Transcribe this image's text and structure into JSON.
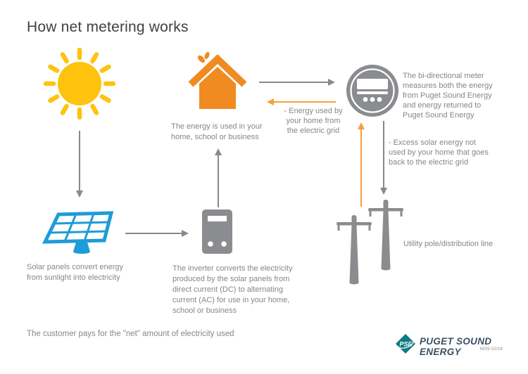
{
  "title": "How net metering works",
  "labels": {
    "house_caption": [
      "The energy is used in your",
      "home, school or business"
    ],
    "meter_caption": [
      "The bi-directional meter",
      "measures both the energy",
      "from Puget Sound Energy",
      "and energy returned to",
      "Puget Sound Energy"
    ],
    "energy_used": [
      "- Energy used by",
      "your home from",
      "the electric grid"
    ],
    "excess_energy": [
      "- Excess solar energy not",
      "used by your home that goes",
      "back to the electric grid"
    ],
    "solar_caption": [
      "Solar panels convert energy",
      "from sunlight into electricity"
    ],
    "inverter_caption": [
      "The inverter converts the electricity",
      "produced by the solar panels from",
      "direct current (DC) to alternating",
      "current (AC) for use in your home,",
      "school or business"
    ],
    "pole_caption": "Utility pole/distribution line",
    "footer": "The customer pays for the \"net\" amount of electricity used"
  },
  "logo": {
    "monogram": "PSE",
    "name": "PUGET SOUND ENERGY",
    "doc_number": "6939 02/18"
  },
  "icons": [
    "sun-icon",
    "house-leaf-icon",
    "bidirectional-meter-icon",
    "solar-panel-icon",
    "inverter-icon",
    "utility-poles-icon"
  ],
  "colors": {
    "orange": "#f08b21",
    "orange_arrow": "#f5a03c",
    "yellow": "#ffc20e",
    "blue": "#1e9cd7",
    "icon_gray": "#8a8c8f",
    "arrow_gray": "#87898c",
    "text_gray": "#84868a",
    "title_gray": "#414042",
    "pse_teal": "#0f7a82",
    "pse_navy": "#3b4f63"
  }
}
